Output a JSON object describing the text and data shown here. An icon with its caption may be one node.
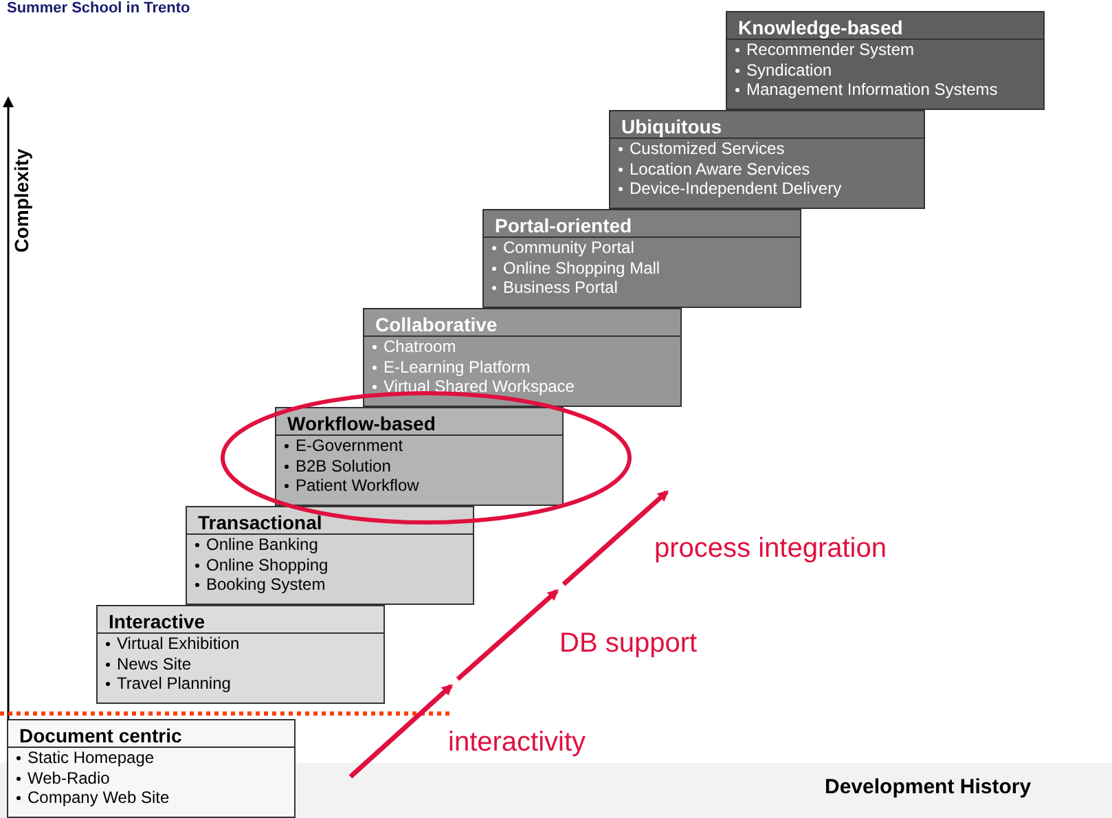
{
  "diagram": {
    "nodes": [
      {
        "text": [
          "Document centric",
          "Static Homepage",
          "Web-Radio",
          "Company Web Site"
        ]
      },
      {
        "text": [
          "Interactive",
          "Virtual Exhibition",
          "News Site",
          "Travel Planning"
        ]
      },
      {
        "text": [
          "Transactional",
          "Online Banking",
          "Online Shopping",
          "Booking System"
        ]
      },
      {
        "text": [
          "Workflow-based",
          "E-Government",
          "B2B Solution",
          "Patient Workflow"
        ]
      },
      {
        "text": [
          "Collaborative",
          "Chatroom",
          "E-Learning Platform",
          "Virtual Shared Workspace"
        ]
      },
      {
        "text": [
          "Portal-oriented",
          "Community Portal",
          "Online Shopping Mall",
          "Business Portal"
        ]
      },
      {
        "text": [
          "Ubiquitous",
          "Customized Services",
          "Location Aware Services",
          "Device-Independent Delivery"
        ]
      },
      {
        "text": [
          "Knowledge-based",
          "Recommender System",
          "Syndication",
          "Management Information Systems"
        ]
      }
    ],
    "edges": [],
    "labels": [
      "Summer School in Trento",
      "Complexity",
      "process integration",
      "DB support",
      "interactivity",
      "Development History"
    ]
  }
}
